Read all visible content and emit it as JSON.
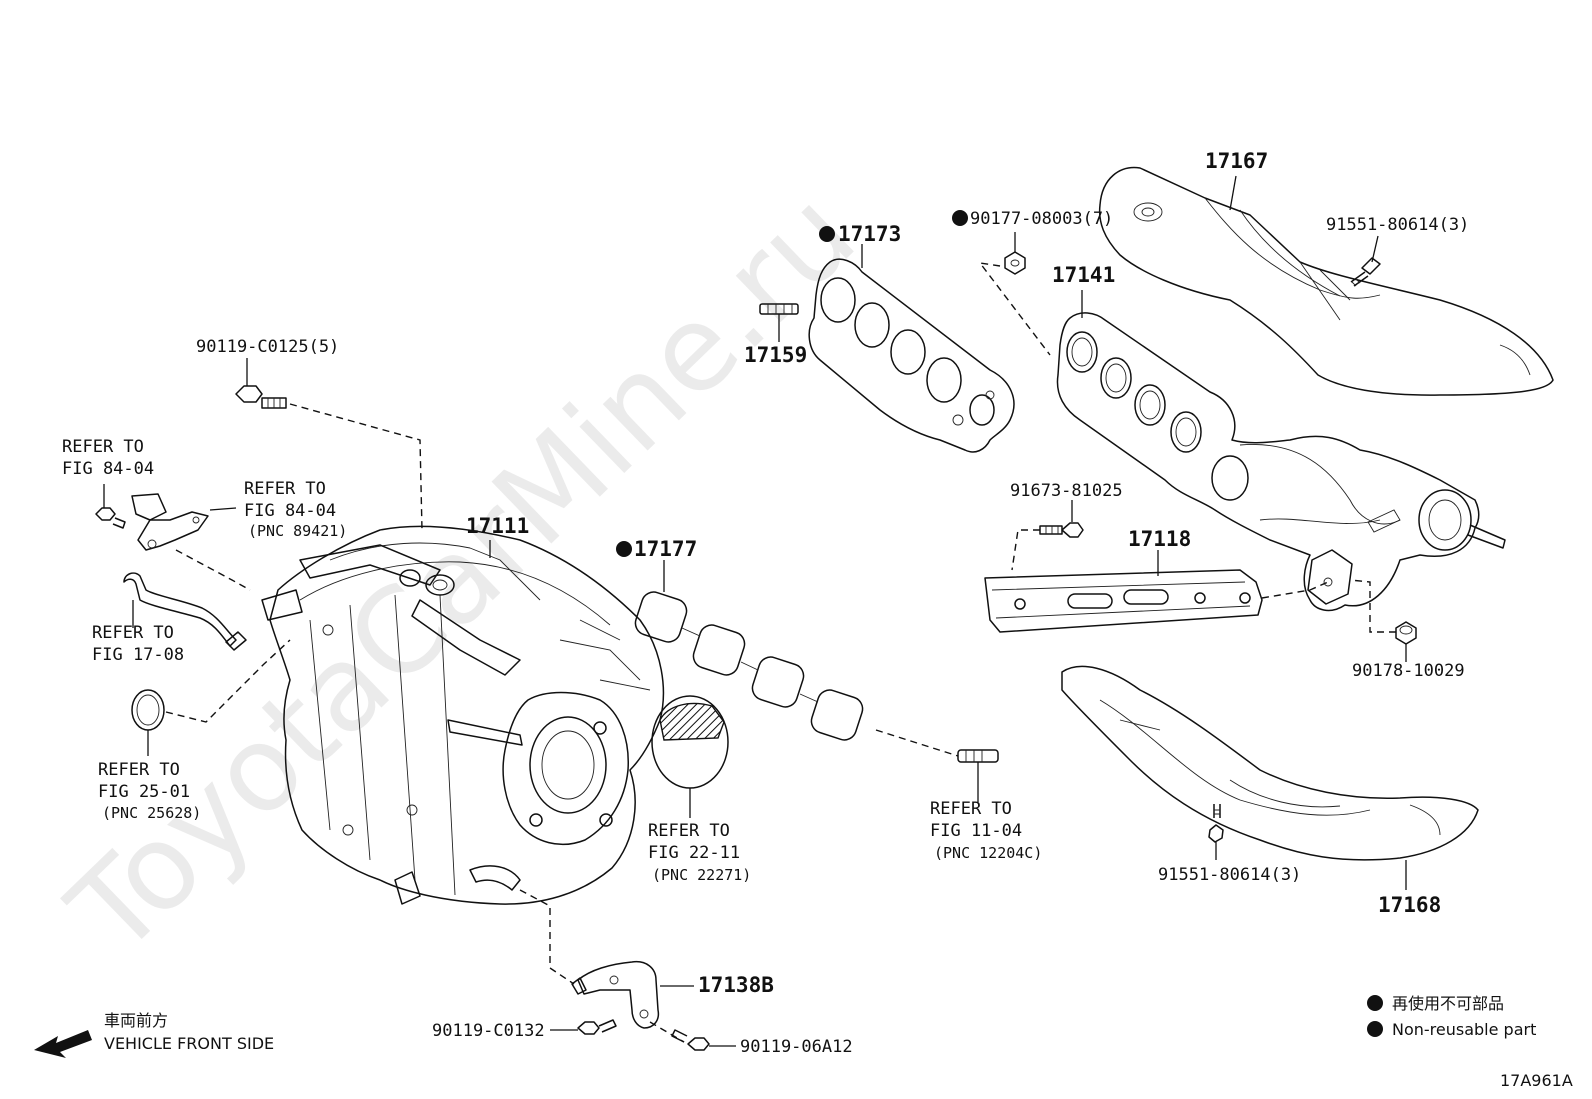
{
  "watermark": "ToyotaCarMine.ru",
  "figure_code": "17A961A",
  "front": {
    "jp": "車両前方",
    "en": "VEHICLE FRONT SIDE"
  },
  "legend": {
    "jp": "再使用不可部品",
    "en": "Non-reusable part"
  },
  "parts": {
    "p17167": "17167",
    "p91551_top": "91551-80614(3)",
    "p90177": "90177-08003(7)",
    "p17173": "17173",
    "p17141": "17141",
    "p17159": "17159",
    "p91673": "91673-81025",
    "p17118": "17118",
    "p90178": "90178-10029",
    "p91551_bot": "91551-80614(3)",
    "p17168": "17168",
    "p90119_c0125": "90119-C0125(5)",
    "p17111": "17111",
    "p17177": "17177",
    "p17138b": "17138B",
    "p90119_c0132": "90119-C0132",
    "p90119_06a12": "90119-06A12"
  },
  "refs": {
    "r8404a": {
      "l1": "REFER TO",
      "l2": "FIG 84-04"
    },
    "r8404b": {
      "l1": "REFER TO",
      "l2": "FIG 84-04",
      "l3": "(PNC 89421)"
    },
    "r1708": {
      "l1": "REFER TO",
      "l2": "FIG 17-08"
    },
    "r2501": {
      "l1": "REFER TO",
      "l2": "FIG 25-01",
      "l3": "(PNC 25628)"
    },
    "r2211": {
      "l1": "REFER TO",
      "l2": "FIG 22-11",
      "l3": "(PNC 22271)"
    },
    "r1104": {
      "l1": "REFER TO",
      "l2": "FIG 11-04",
      "l3": "(PNC 12204C)"
    }
  }
}
